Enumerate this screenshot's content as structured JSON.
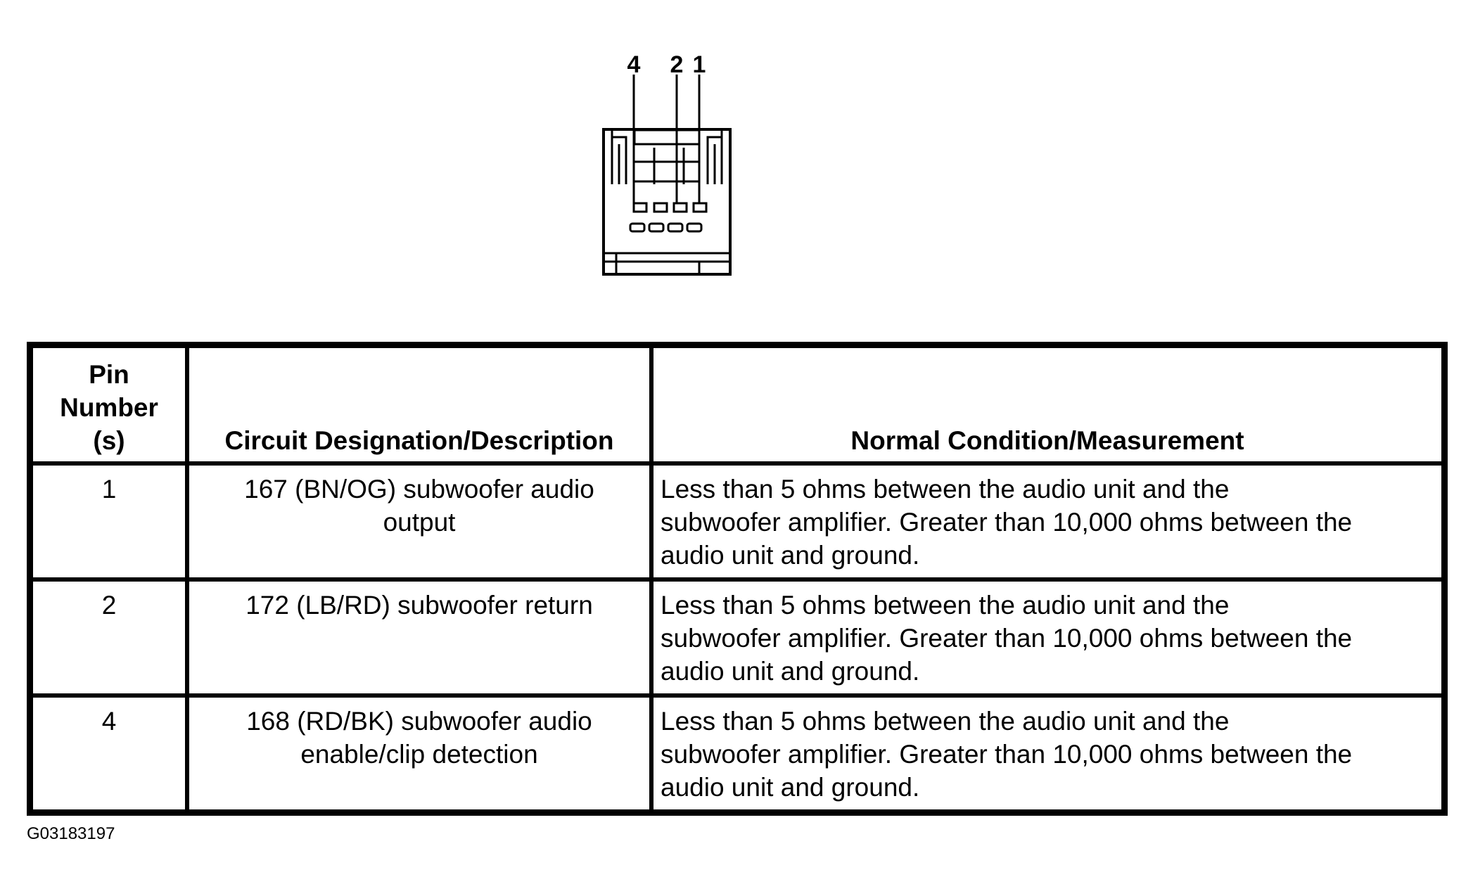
{
  "connector": {
    "pin_labels": [
      "4",
      "2",
      "1"
    ]
  },
  "table": {
    "headers": {
      "pin": [
        "Pin",
        "Number",
        "(s)"
      ],
      "circuit": "Circuit Designation/Description",
      "measurement": "Normal Condition/Measurement"
    },
    "rows": [
      {
        "pin": "1",
        "circuit": [
          "167 (BN/OG) subwoofer audio",
          "output"
        ],
        "measurement": [
          "Less than 5 ohms between the audio unit and the",
          "subwoofer amplifier. Greater than 10,000 ohms between the",
          "audio unit and ground."
        ]
      },
      {
        "pin": "2",
        "circuit": [
          "172 (LB/RD) subwoofer return"
        ],
        "measurement": [
          "Less than 5 ohms between the audio unit and the",
          "subwoofer amplifier. Greater than 10,000 ohms between the",
          "audio unit and ground."
        ]
      },
      {
        "pin": "4",
        "circuit": [
          "168 (RD/BK) subwoofer audio",
          "enable/clip detection"
        ],
        "measurement": [
          "Less than 5 ohms between the audio unit and the",
          "subwoofer amplifier. Greater than 10,000 ohms between the",
          "audio unit and ground."
        ]
      }
    ]
  },
  "figure_id": "G03183197"
}
